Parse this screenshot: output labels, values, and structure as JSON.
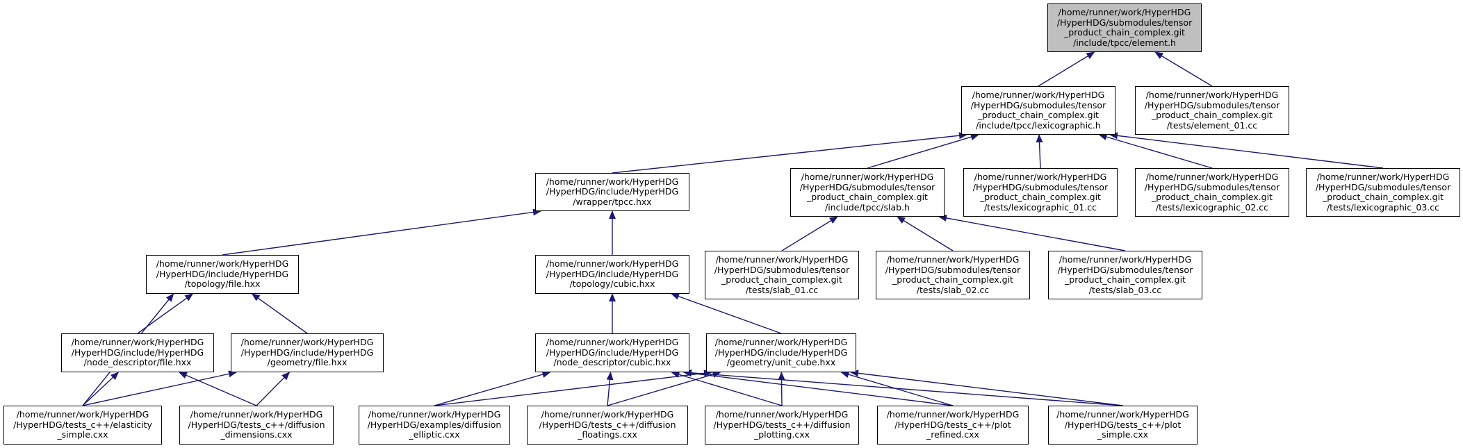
{
  "diagram": {
    "colors": {
      "edge": "#191970",
      "root_fill": "#bfbfbf",
      "node_fill": "#ffffff",
      "border": "#000000"
    },
    "nodes": [
      {
        "id": "element_h",
        "label": "/home/runner/work/HyperHDG\n/HyperHDG/submodules/tensor\n_product_chain_complex.git\n/include/tpcc/element.h"
      },
      {
        "id": "lexicographic_h",
        "label": "/home/runner/work/HyperHDG\n/HyperHDG/submodules/tensor\n_product_chain_complex.git\n/include/tpcc/lexicographic.h"
      },
      {
        "id": "element_01",
        "label": "/home/runner/work/HyperHDG\n/HyperHDG/submodules/tensor\n_product_chain_complex.git\n/tests/element_01.cc"
      },
      {
        "id": "wrapper_tpcc",
        "label": "/home/runner/work/HyperHDG\n/HyperHDG/include/HyperHDG\n/wrapper/tpcc.hxx"
      },
      {
        "id": "slab_h",
        "label": "/home/runner/work/HyperHDG\n/HyperHDG/submodules/tensor\n_product_chain_complex.git\n/include/tpcc/slab.h"
      },
      {
        "id": "lexicographic_01",
        "label": "/home/runner/work/HyperHDG\n/HyperHDG/submodules/tensor\n_product_chain_complex.git\n/tests/lexicographic_01.cc"
      },
      {
        "id": "lexicographic_02",
        "label": "/home/runner/work/HyperHDG\n/HyperHDG/submodules/tensor\n_product_chain_complex.git\n/tests/lexicographic_02.cc"
      },
      {
        "id": "lexicographic_03",
        "label": "/home/runner/work/HyperHDG\n/HyperHDG/submodules/tensor\n_product_chain_complex.git\n/tests/lexicographic_03.cc"
      },
      {
        "id": "topology_file",
        "label": "/home/runner/work/HyperHDG\n/HyperHDG/include/HyperHDG\n/topology/file.hxx"
      },
      {
        "id": "topology_cubic",
        "label": "/home/runner/work/HyperHDG\n/HyperHDG/include/HyperHDG\n/topology/cubic.hxx"
      },
      {
        "id": "slab_01",
        "label": "/home/runner/work/HyperHDG\n/HyperHDG/submodules/tensor\n_product_chain_complex.git\n/tests/slab_01.cc"
      },
      {
        "id": "slab_02",
        "label": "/home/runner/work/HyperHDG\n/HyperHDG/submodules/tensor\n_product_chain_complex.git\n/tests/slab_02.cc"
      },
      {
        "id": "slab_03",
        "label": "/home/runner/work/HyperHDG\n/HyperHDG/submodules/tensor\n_product_chain_complex.git\n/tests/slab_03.cc"
      },
      {
        "id": "node_desc_file",
        "label": "/home/runner/work/HyperHDG\n/HyperHDG/include/HyperHDG\n/node_descriptor/file.hxx"
      },
      {
        "id": "geometry_file",
        "label": "/home/runner/work/HyperHDG\n/HyperHDG/include/HyperHDG\n/geometry/file.hxx"
      },
      {
        "id": "node_desc_cubic",
        "label": "/home/runner/work/HyperHDG\n/HyperHDG/include/HyperHDG\n/node_descriptor/cubic.hxx"
      },
      {
        "id": "geometry_unit_cube",
        "label": "/home/runner/work/HyperHDG\n/HyperHDG/include/HyperHDG\n/geometry/unit_cube.hxx"
      },
      {
        "id": "elasticity_simple",
        "label": "/home/runner/work/HyperHDG\n/HyperHDG/tests_c++/elasticity\n_simple.cxx"
      },
      {
        "id": "diffusion_dimensions",
        "label": "/home/runner/work/HyperHDG\n/HyperHDG/tests_c++/diffusion\n_dimensions.cxx"
      },
      {
        "id": "diffusion_elliptic",
        "label": "/home/runner/work/HyperHDG\n/HyperHDG/examples/diffusion\n_elliptic.cxx"
      },
      {
        "id": "diffusion_floatings",
        "label": "/home/runner/work/HyperHDG\n/HyperHDG/tests_c++/diffusion\n_floatings.cxx"
      },
      {
        "id": "diffusion_plotting",
        "label": "/home/runner/work/HyperHDG\n/HyperHDG/tests_c++/diffusion\n_plotting.cxx"
      },
      {
        "id": "plot_refined",
        "label": "/home/runner/work/HyperHDG\n/HyperHDG/tests_c++/plot\n_refined.cxx"
      },
      {
        "id": "plot_simple",
        "label": "/home/runner/work/HyperHDG\n/HyperHDG/tests_c++/plot\n_simple.cxx"
      }
    ],
    "edges": [
      {
        "from": "lexicographic_h",
        "to": "element_h"
      },
      {
        "from": "element_01",
        "to": "element_h"
      },
      {
        "from": "wrapper_tpcc",
        "to": "lexicographic_h"
      },
      {
        "from": "slab_h",
        "to": "lexicographic_h"
      },
      {
        "from": "lexicographic_01",
        "to": "lexicographic_h"
      },
      {
        "from": "lexicographic_02",
        "to": "lexicographic_h"
      },
      {
        "from": "lexicographic_03",
        "to": "lexicographic_h"
      },
      {
        "from": "topology_file",
        "to": "wrapper_tpcc"
      },
      {
        "from": "topology_cubic",
        "to": "wrapper_tpcc"
      },
      {
        "from": "slab_01",
        "to": "slab_h"
      },
      {
        "from": "slab_02",
        "to": "slab_h"
      },
      {
        "from": "slab_03",
        "to": "slab_h"
      },
      {
        "from": "node_desc_file",
        "to": "topology_file"
      },
      {
        "from": "geometry_file",
        "to": "topology_file"
      },
      {
        "from": "elasticity_simple",
        "to": "topology_file"
      },
      {
        "from": "node_desc_cubic",
        "to": "topology_cubic"
      },
      {
        "from": "geometry_unit_cube",
        "to": "topology_cubic"
      },
      {
        "from": "elasticity_simple",
        "to": "node_desc_file"
      },
      {
        "from": "diffusion_dimensions",
        "to": "node_desc_file"
      },
      {
        "from": "elasticity_simple",
        "to": "geometry_file"
      },
      {
        "from": "diffusion_dimensions",
        "to": "geometry_file"
      },
      {
        "from": "diffusion_elliptic",
        "to": "node_desc_cubic"
      },
      {
        "from": "diffusion_floatings",
        "to": "node_desc_cubic"
      },
      {
        "from": "diffusion_plotting",
        "to": "node_desc_cubic"
      },
      {
        "from": "plot_refined",
        "to": "node_desc_cubic"
      },
      {
        "from": "plot_simple",
        "to": "node_desc_cubic"
      },
      {
        "from": "diffusion_elliptic",
        "to": "geometry_unit_cube"
      },
      {
        "from": "diffusion_floatings",
        "to": "geometry_unit_cube"
      },
      {
        "from": "diffusion_plotting",
        "to": "geometry_unit_cube"
      },
      {
        "from": "plot_refined",
        "to": "geometry_unit_cube"
      },
      {
        "from": "plot_simple",
        "to": "geometry_unit_cube"
      }
    ]
  }
}
